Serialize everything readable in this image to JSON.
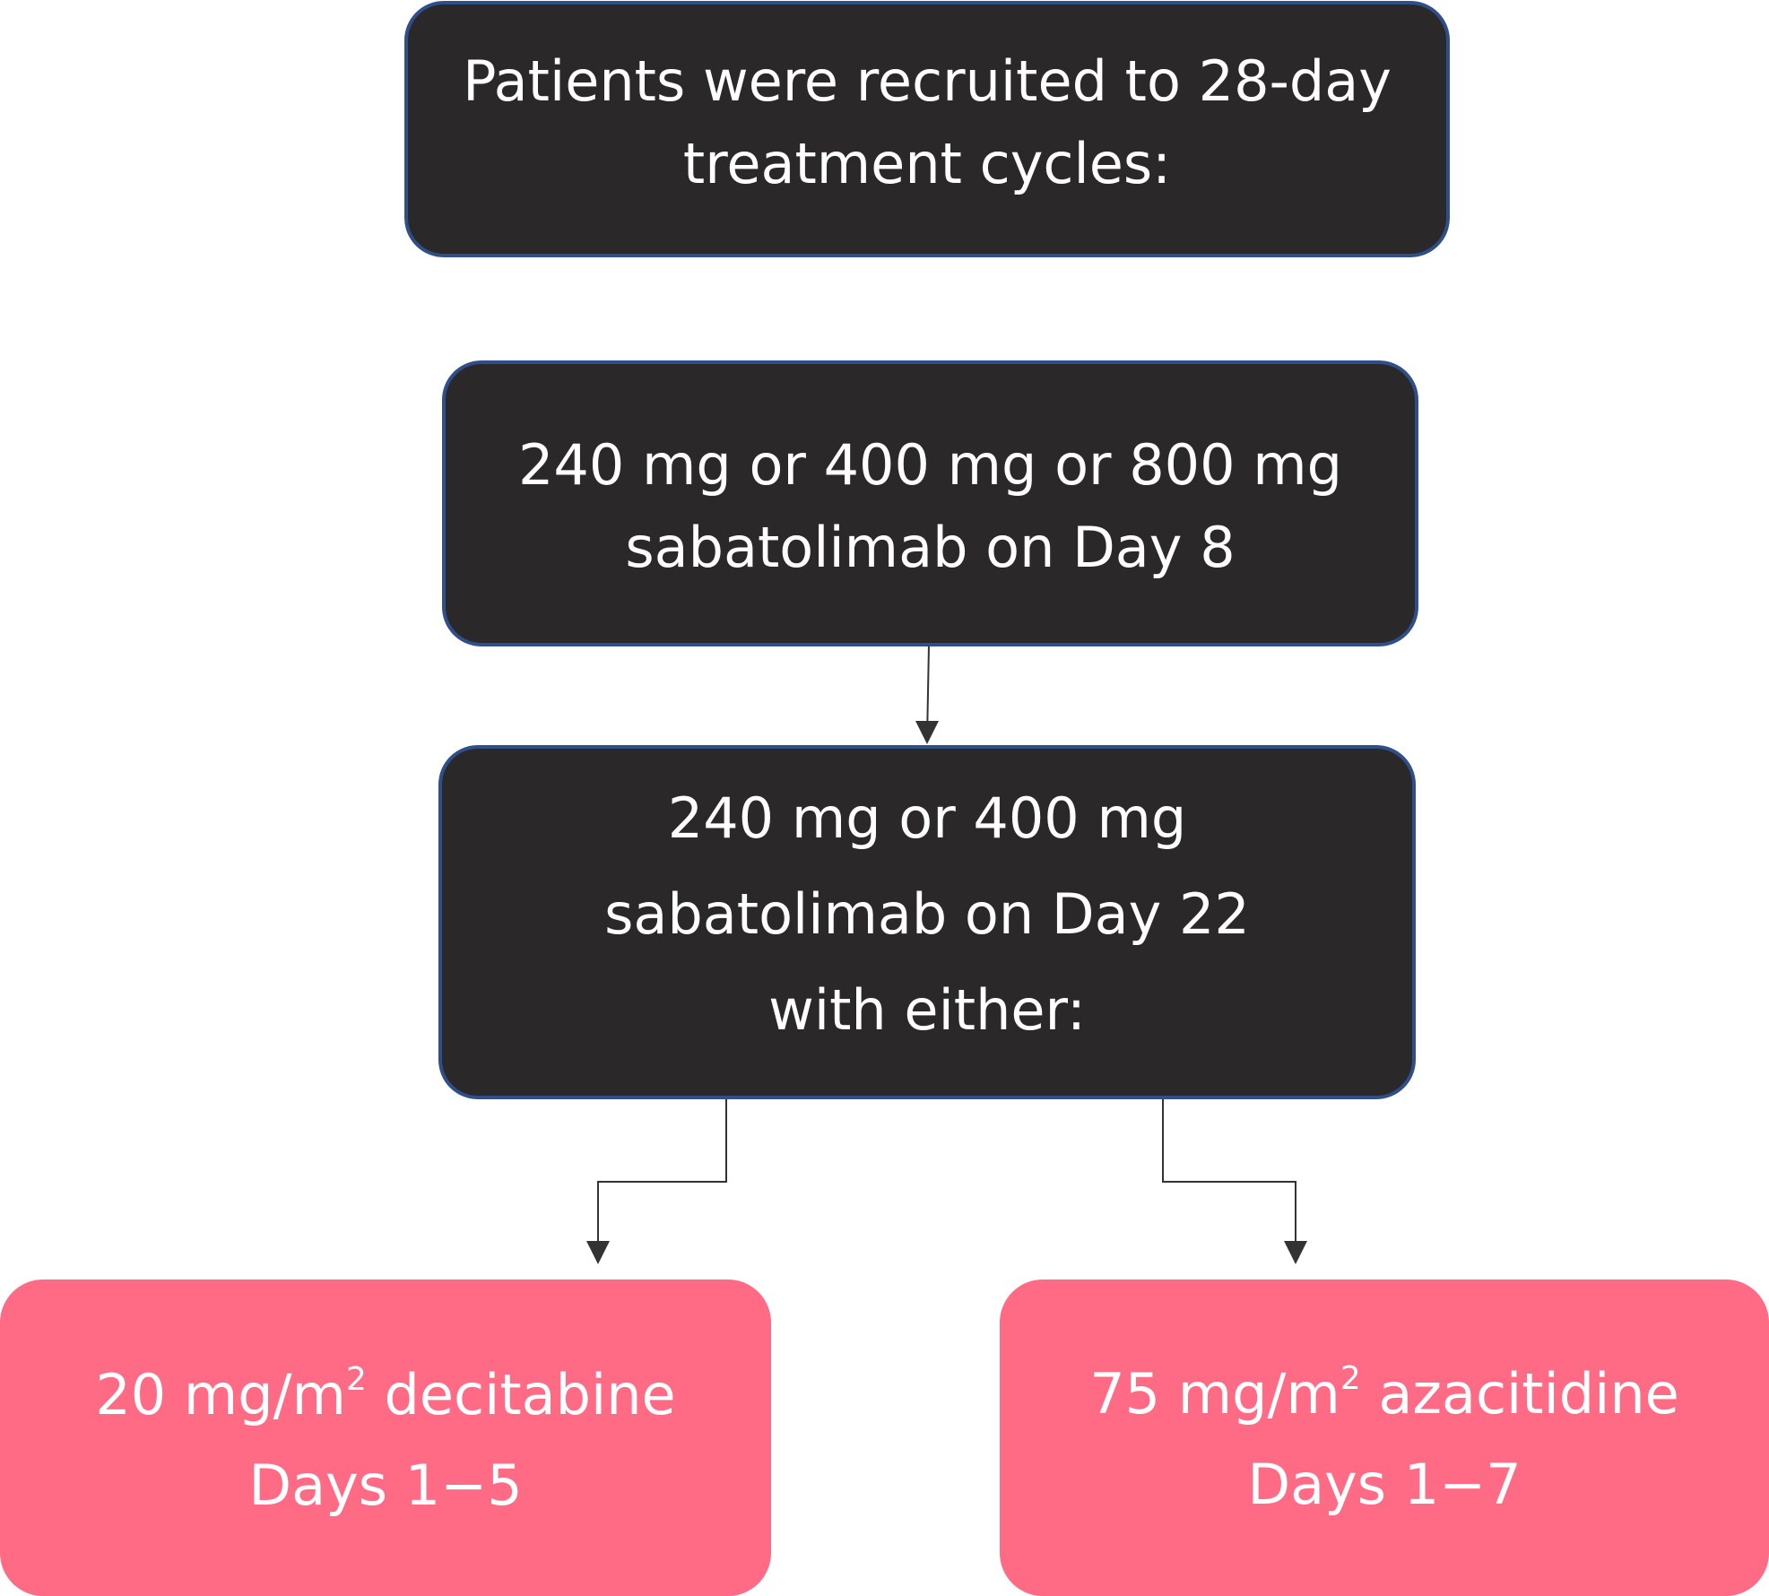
{
  "boxes": {
    "recruit": {
      "line1": "Patients were recruited to 28-day",
      "line2": "treatment cycles:"
    },
    "day8": {
      "line1": "240 mg or 400 mg or 800 mg",
      "line2": "sabatolimab on Day 8"
    },
    "day22": {
      "line1": "240 mg or 400 mg",
      "line2": "sabatolimab on Day 22",
      "line3": "with either:"
    },
    "decitabine": {
      "prefix": "20 mg/m",
      "superscript": "2",
      "suffix": " decitabine",
      "line2": "Days 1−5"
    },
    "azacitidine": {
      "prefix": "75 mg/m",
      "superscript": "2",
      "suffix": " azacitidine",
      "line2": "Days 1−7"
    }
  },
  "colors": {
    "dark_box_fill": "#2b2829",
    "dark_box_border": "#2f4f8a",
    "pink_box_fill": "#ff6b84",
    "text": "#ffffff",
    "connector": "#333333"
  }
}
